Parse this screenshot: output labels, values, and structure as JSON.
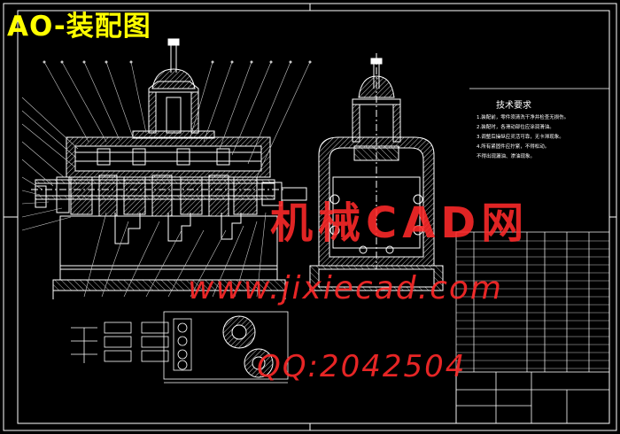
{
  "title": "AO-装配图",
  "watermark": {
    "logo": "机械CAD网",
    "url": "www.jixiecad.com",
    "qq": "QQ:2042504"
  },
  "technical_requirements": {
    "heading": "技术要求",
    "items": [
      "1.装配前，零件须清洗干净并检查无损伤。",
      "2.装配时，各滑动部位应涂润滑油。",
      "3.调整后操纵应灵活可靠，无卡滞现象。",
      "4.所有紧固件应拧紧，不得松动。",
      "不得出现漏油、渗油现象。"
    ]
  },
  "colors": {
    "background": "#000000",
    "linework": "#ffffff",
    "title": "#ffff00",
    "watermark": "#ff2a2a",
    "leaders": "#c8c8c8"
  }
}
